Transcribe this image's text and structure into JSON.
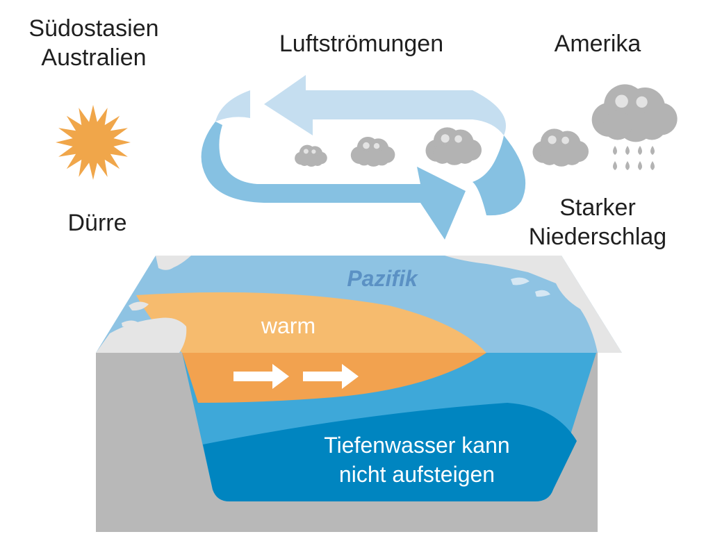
{
  "labels": {
    "region_west": [
      "Südostasien",
      "Australien"
    ],
    "air_currents": "Luftströmungen",
    "region_east": "Amerika",
    "drought": "Dürre",
    "heavy_rain": [
      "Starker",
      "Niederschlag"
    ],
    "ocean": "Pazifik",
    "warm_water": "warm",
    "deep_water": [
      "Tiefenwasser kann",
      "nicht aufsteigen"
    ]
  },
  "icons": {
    "sun": "sun-icon",
    "cloud": "cloud-icon",
    "rain": "rain-cloud-icon",
    "arrow": "arrow-right-icon"
  },
  "colors": {
    "sun": "#f0a64a",
    "cloud": "#b3b3b3",
    "air_light": "#c5def0",
    "air_dark": "#86c1e2",
    "ocean_surface": "#8ec3e3",
    "warm_water": "#f6bb6e",
    "warm_water_deep": "#f2a24f",
    "mid_water": "#3ea8d9",
    "deep_water": "#0085c0",
    "land": "#e5e5e5",
    "ground": "#b8b8b8"
  }
}
